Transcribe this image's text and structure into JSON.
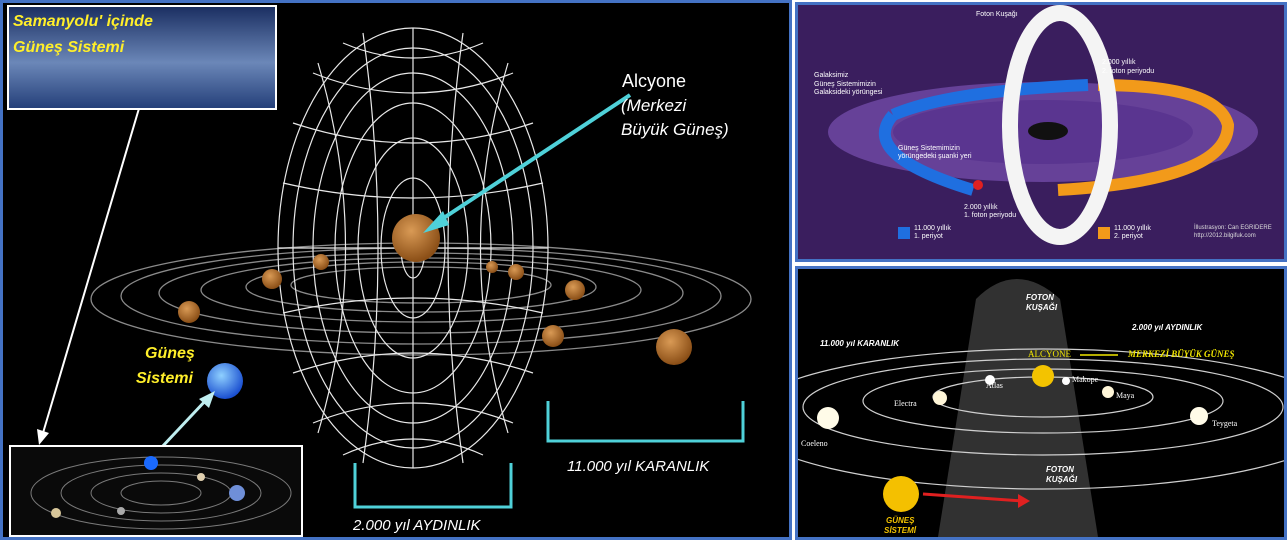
{
  "main_panel": {
    "inset_title_line1": "Samanyolu' içinde",
    "inset_title_line2": "Güneş Sistemi",
    "alcyone_title": "Alcyone",
    "alcyone_sub1": "(Merkezi",
    "alcyone_sub2": "Büyük Güneş)",
    "sun_system_line1": "Güneş",
    "sun_system_line2": "Sistemi",
    "dark_period": "11.000 yıl KARANLIK",
    "light_period": "2.000 yıl AYDINLIK",
    "accent_color": "#ffef2a",
    "arrow_color": "#4fd1d9"
  },
  "photon_panel": {
    "photon_belt": "Foton Kuşağı",
    "galaxy": "Galaksimiz",
    "orbit_line1": "Güneş Sistemimizin",
    "orbit_line2": "Galaksideki yörüngesi",
    "second_period_line1": "2.000 yıllık",
    "second_period_line2": "2. foton periyodu",
    "current_line1": "Güneş Sistemimizin",
    "current_line2": "yörüngedeki şuanki yeri",
    "first_period_line1": "2.000 yıllık",
    "first_period_line2": "1. foton periyodu",
    "legend_blue_line1": "11.000 yıllık",
    "legend_blue_line2": "1. periyot",
    "legend_orange_line1": "11.000 yıllık",
    "legend_orange_line2": "2. periyot",
    "credit_line1": "İllustrasyon: Can EGRIDERE",
    "credit_line2": "http://2012.bilgifuk.com",
    "blue_color": "#1f6fe0",
    "orange_color": "#f29a1a"
  },
  "pleiades_panel": {
    "foton_top_line1": "FOTON",
    "foton_top_line2": "KUŞAĞI",
    "light": "2.000 yıl AYDINLIK",
    "dark": "11.000 yıl KARANLIK",
    "alcyone": "ALCYONE",
    "central_sun": "MERKEZİ BÜYÜK GÜNEŞ",
    "atlas": "Atlas",
    "makope": "Makope",
    "electra": "Electra",
    "maya": "Maya",
    "coeleno": "Coeleno",
    "teygeta": "Teygeta",
    "foton_bottom_line1": "FOTON",
    "foton_bottom_line2": "KUŞAĞI",
    "sun_line1": "GÜNEŞ",
    "sun_line2": "SİSTEMİ"
  }
}
